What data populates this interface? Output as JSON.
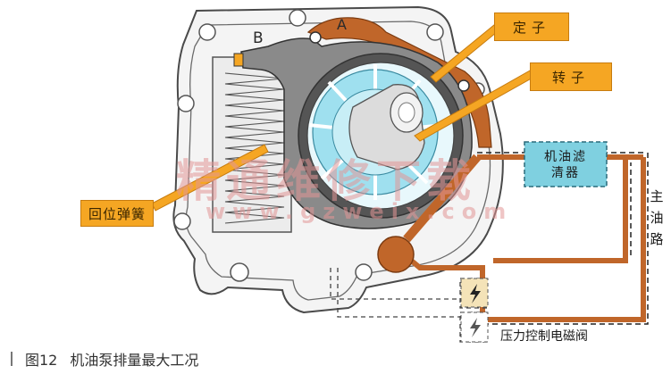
{
  "zones": {
    "a": "A",
    "b": "B"
  },
  "callouts": {
    "stator": "定子",
    "rotor": "转子",
    "return_spring": "回位弹簧"
  },
  "filter": {
    "line1": "机油滤",
    "line2": "清器"
  },
  "main_oil_path": [
    "主",
    "油",
    "路"
  ],
  "valve_label": "压力控制电磁阀",
  "caption": {
    "figure_no": "图12",
    "title": "机油泵排量最大工况"
  },
  "watermark": {
    "cn": "精通维修下载",
    "url": "www.gzweix.com"
  },
  "colors": {
    "housing": "#f2f2f2",
    "oil_orange": "#c0662a",
    "callout_fill": "#f5a623",
    "filter_fill": "#7fd0e0",
    "rotor_cyan": "#9fe0ef",
    "stator_gray": "#8a8a8a"
  },
  "icons": [
    "lightning-icon",
    "lightning-icon"
  ]
}
